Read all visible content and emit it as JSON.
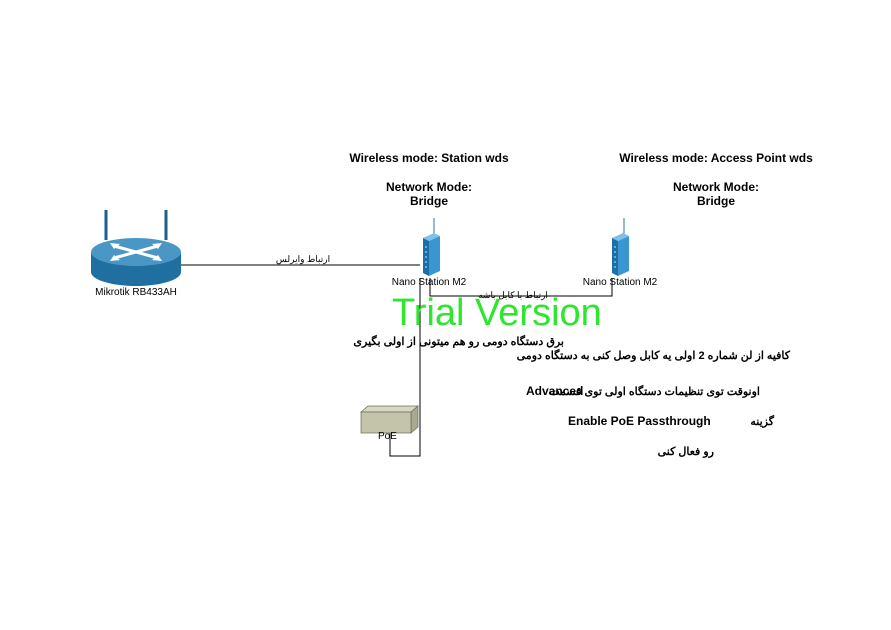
{
  "station_a": {
    "wireless_mode": "Wireless mode: Station wds",
    "network_mode": "Network Mode:",
    "network_mode_value": "Bridge",
    "device_label": "Nano Station M2"
  },
  "station_b": {
    "wireless_mode": "Wireless mode: Access Point wds",
    "network_mode": "Network Mode:",
    "network_mode_value": "Bridge",
    "device_label": "Nano Station M2"
  },
  "router": {
    "label": "Mikrotik RB433AH"
  },
  "poe": {
    "label": "PoE"
  },
  "links": {
    "wireless": "ارتباط وایرلس",
    "cable": "ارتباط با کابل باشه"
  },
  "notes": {
    "line1": "برق دستگاه دومی رو هم میتونی از اولی بگیری",
    "line2": "کافیه از لن شماره 2 اولی یه کابل وصل کنی به دستگاه دومی",
    "line3_fa": "اونوقت توی تنظیمات دستگاه اولی توی قسمت",
    "line3_en": "Advanced",
    "line4_en": "Enable PoE Passthrough",
    "line4_fa": "گزینه",
    "line5": "رو فعال کنی"
  },
  "watermark": "Trial Version"
}
